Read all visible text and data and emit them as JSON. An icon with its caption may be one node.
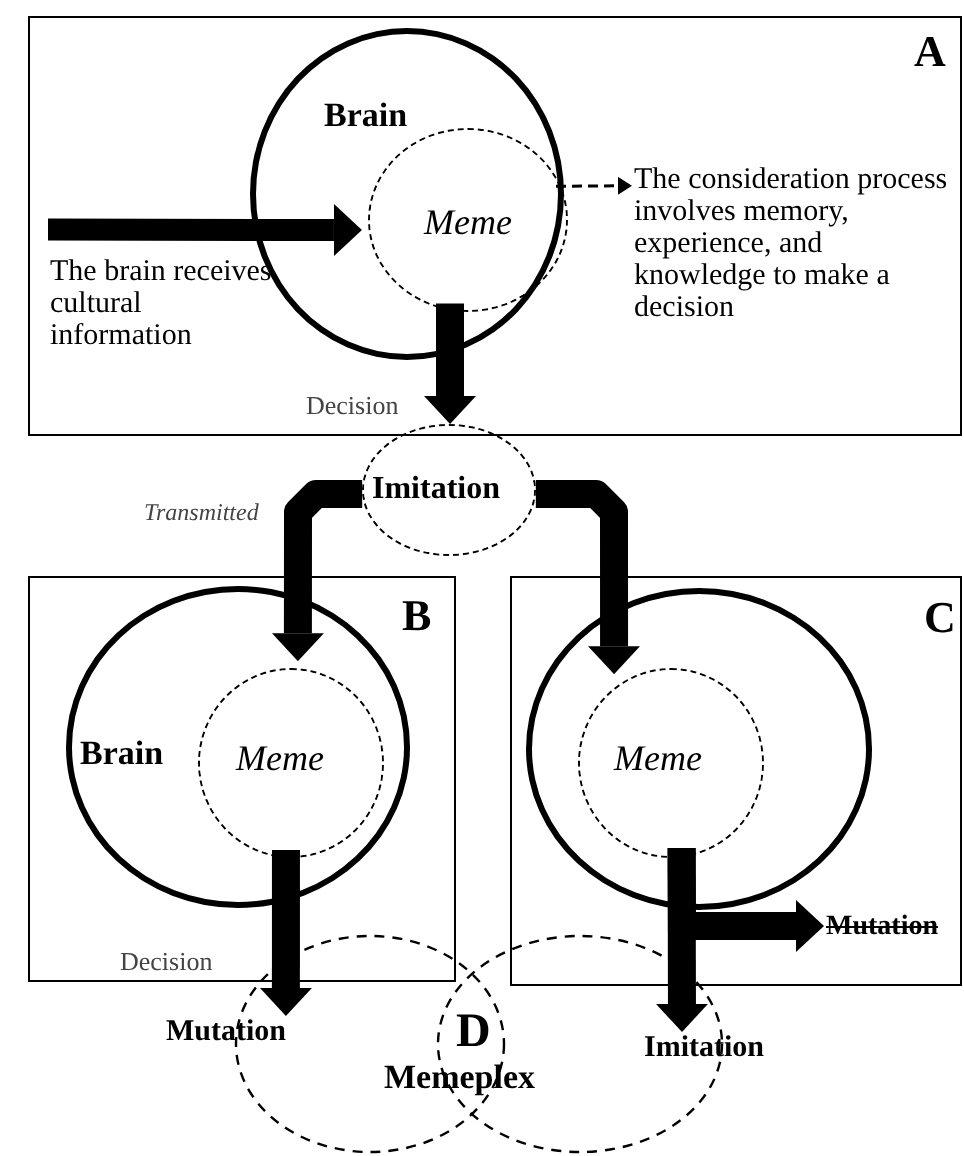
{
  "diagram": {
    "nodes": [
      {
        "text": [
          "A"
        ]
      },
      {
        "text": [
          "Brain"
        ],
        "in": 0
      },
      {
        "text": [
          "Meme"
        ],
        "in": 1
      },
      {
        "text": [
          "The brain receives cultural information"
        ],
        "in": 0
      },
      {
        "text": [
          "The consideration process involves memory, experience, and knowledge to make a decision"
        ],
        "in": 0
      },
      {
        "text": [
          "Imitation"
        ]
      },
      {
        "text": [
          "B"
        ]
      },
      {
        "text": [
          "Brain"
        ],
        "in": 6
      },
      {
        "text": [
          "Meme"
        ],
        "in": 7
      },
      {
        "text": [
          "C"
        ]
      },
      {
        "text": [],
        "shape": "circle",
        "in": 9
      },
      {
        "text": [
          "Meme"
        ],
        "in": 10
      },
      {
        "text": [
          "Mutation"
        ],
        "in": 9
      },
      {
        "text": [
          "Mutation"
        ]
      },
      {
        "text": [
          "D",
          "Memeplex"
        ]
      },
      {
        "text": [
          "Imitation"
        ]
      }
    ],
    "edges": [
      {
        "from": 3,
        "to": 2,
        "arrow": "to"
      },
      {
        "from": 2,
        "to": 4,
        "arrow": "to",
        "style": "dashed"
      },
      {
        "from": 2,
        "to": 5,
        "arrow": "to",
        "label": "Decision"
      },
      {
        "from": 5,
        "to": 8,
        "arrow": "to",
        "label": "Transmitted"
      },
      {
        "from": 5,
        "to": 11,
        "arrow": "to"
      },
      {
        "from": 8,
        "to": 13,
        "arrow": "to",
        "label": "Decision"
      },
      {
        "from": 11,
        "to": 15,
        "arrow": "to"
      },
      {
        "from": 11,
        "to": 12,
        "arrow": "to"
      }
    ]
  }
}
